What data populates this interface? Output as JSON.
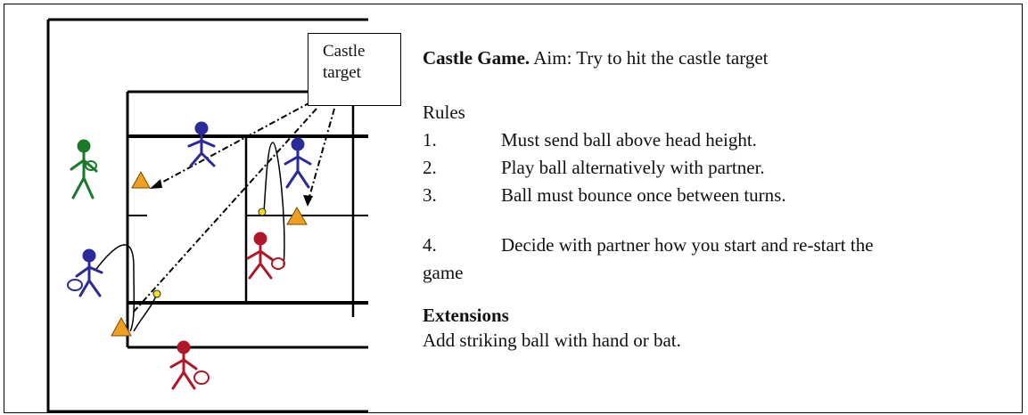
{
  "diagram": {
    "castle_label_line1": "Castle",
    "castle_label_line2": "target"
  },
  "text": {
    "game_title": "Castle Game.",
    "aim": "Aim: Try to hit the castle target",
    "rules_heading": "Rules",
    "rules": [
      {
        "num": "1.",
        "text": "Must send ball above head height."
      },
      {
        "num": "2.",
        "text": "Play ball alternatively with partner."
      },
      {
        "num": "3.",
        "text": "Ball must bounce once between turns."
      },
      {
        "num": "4.",
        "text": "Decide with partner how you start and re-start the"
      }
    ],
    "rule4_continuation": "game",
    "extensions_heading": "Extensions",
    "extensions_text": "Add striking ball with hand or bat."
  },
  "colors": {
    "green_player": "#1a7a2a",
    "blue_player": "#2a2a9a",
    "red_player": "#b0182a",
    "cone": "#f0a020",
    "ball": "#f0e020"
  }
}
